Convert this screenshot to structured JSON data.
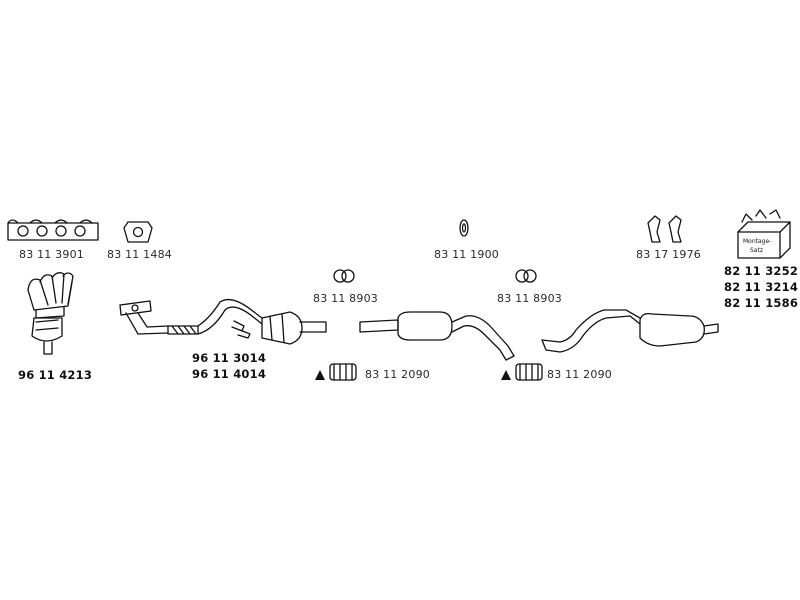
{
  "parts": {
    "gasket": "83 11 3901",
    "flange_gasket": "83 11 1484",
    "hanger_ring": "83 11 1900",
    "rubber_mounts": "83 17 1976",
    "clamp_left": "83 11 8903",
    "clamp_right": "83 11 8903",
    "manifold_catalyst": "96 11 4213",
    "front_pipe_a": "96 11 3014",
    "front_pipe_b": "96 11 4014",
    "sleeve_left": "83 11 2090",
    "sleeve_right": "83 11 2090",
    "kit_a": "82 11 3252",
    "kit_b": "82 11 3214",
    "kit_c": "82 11 1586"
  },
  "kit_box_text": [
    "Montage-",
    "Satz"
  ]
}
